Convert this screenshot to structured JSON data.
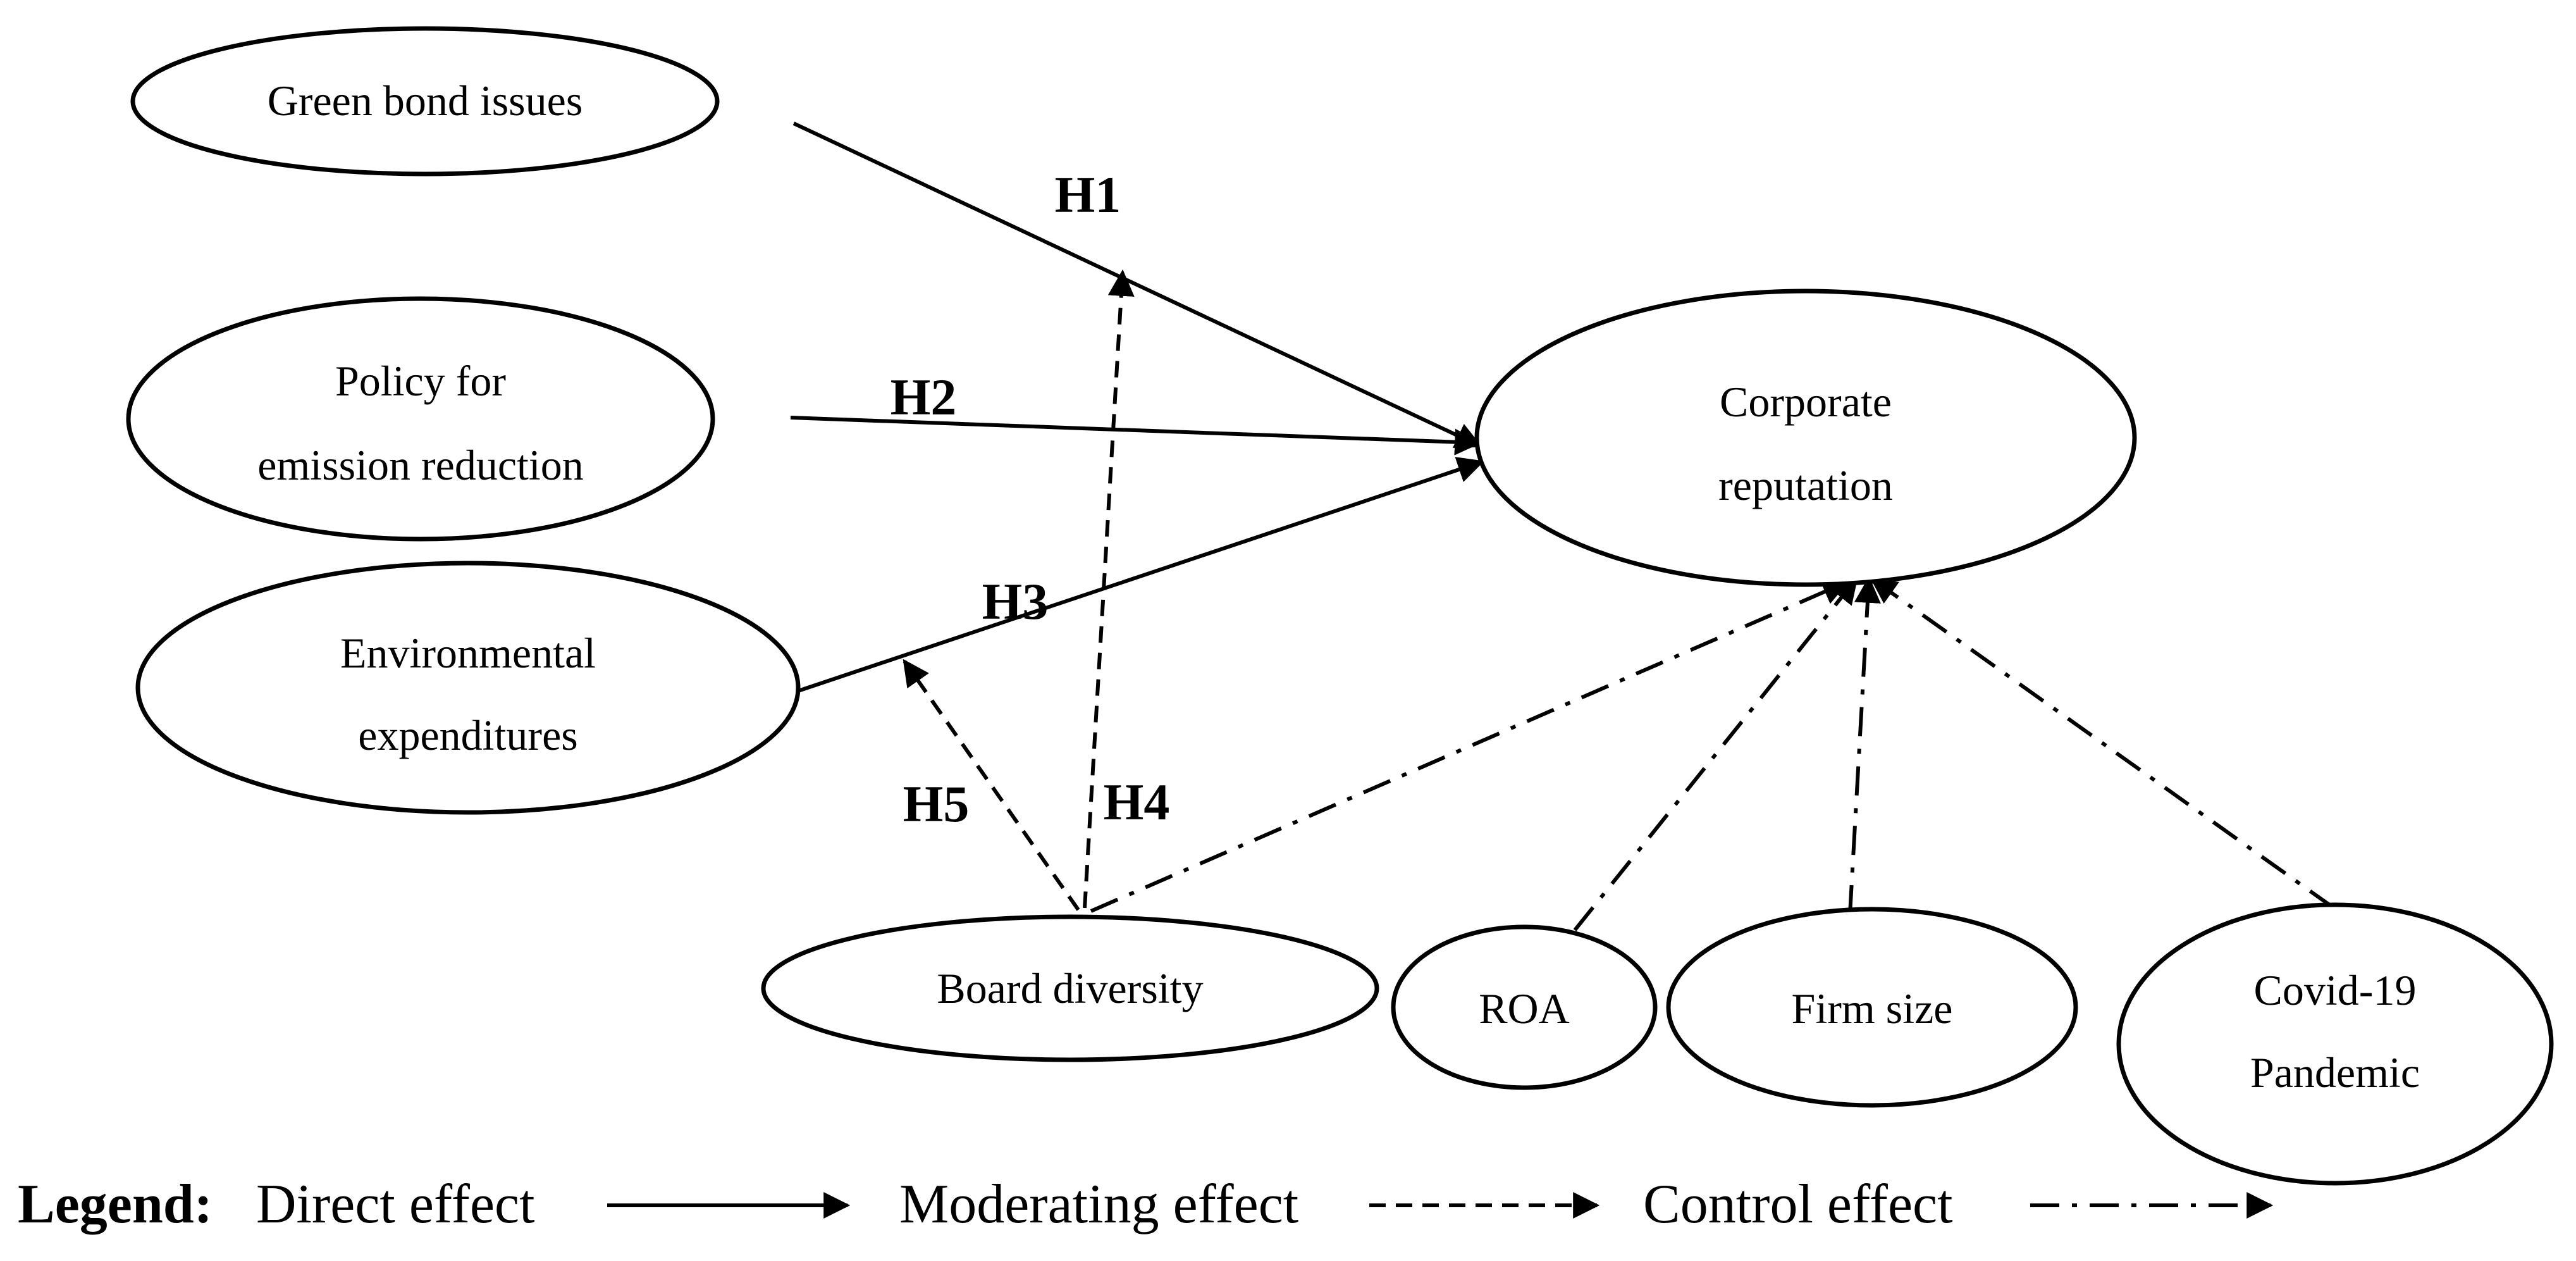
{
  "nodes": {
    "green_bond": "Green bond issues",
    "policy": [
      "Policy for",
      "emission reduction"
    ],
    "env_exp": [
      "Environmental",
      "expenditures"
    ],
    "reputation": [
      "Corporate",
      "reputation"
    ],
    "board": "Board diversity",
    "roa": "ROA",
    "firm_size": "Firm size",
    "covid": [
      "Covid-19",
      "Pandemic"
    ]
  },
  "hypotheses": {
    "h1": "H1",
    "h2": "H2",
    "h3": "H3",
    "h4": "H4",
    "h5": "H5"
  },
  "legend": {
    "heading": "Legend:",
    "direct": "Direct effect",
    "moderating": "Moderating effect",
    "control": "Control effect"
  }
}
